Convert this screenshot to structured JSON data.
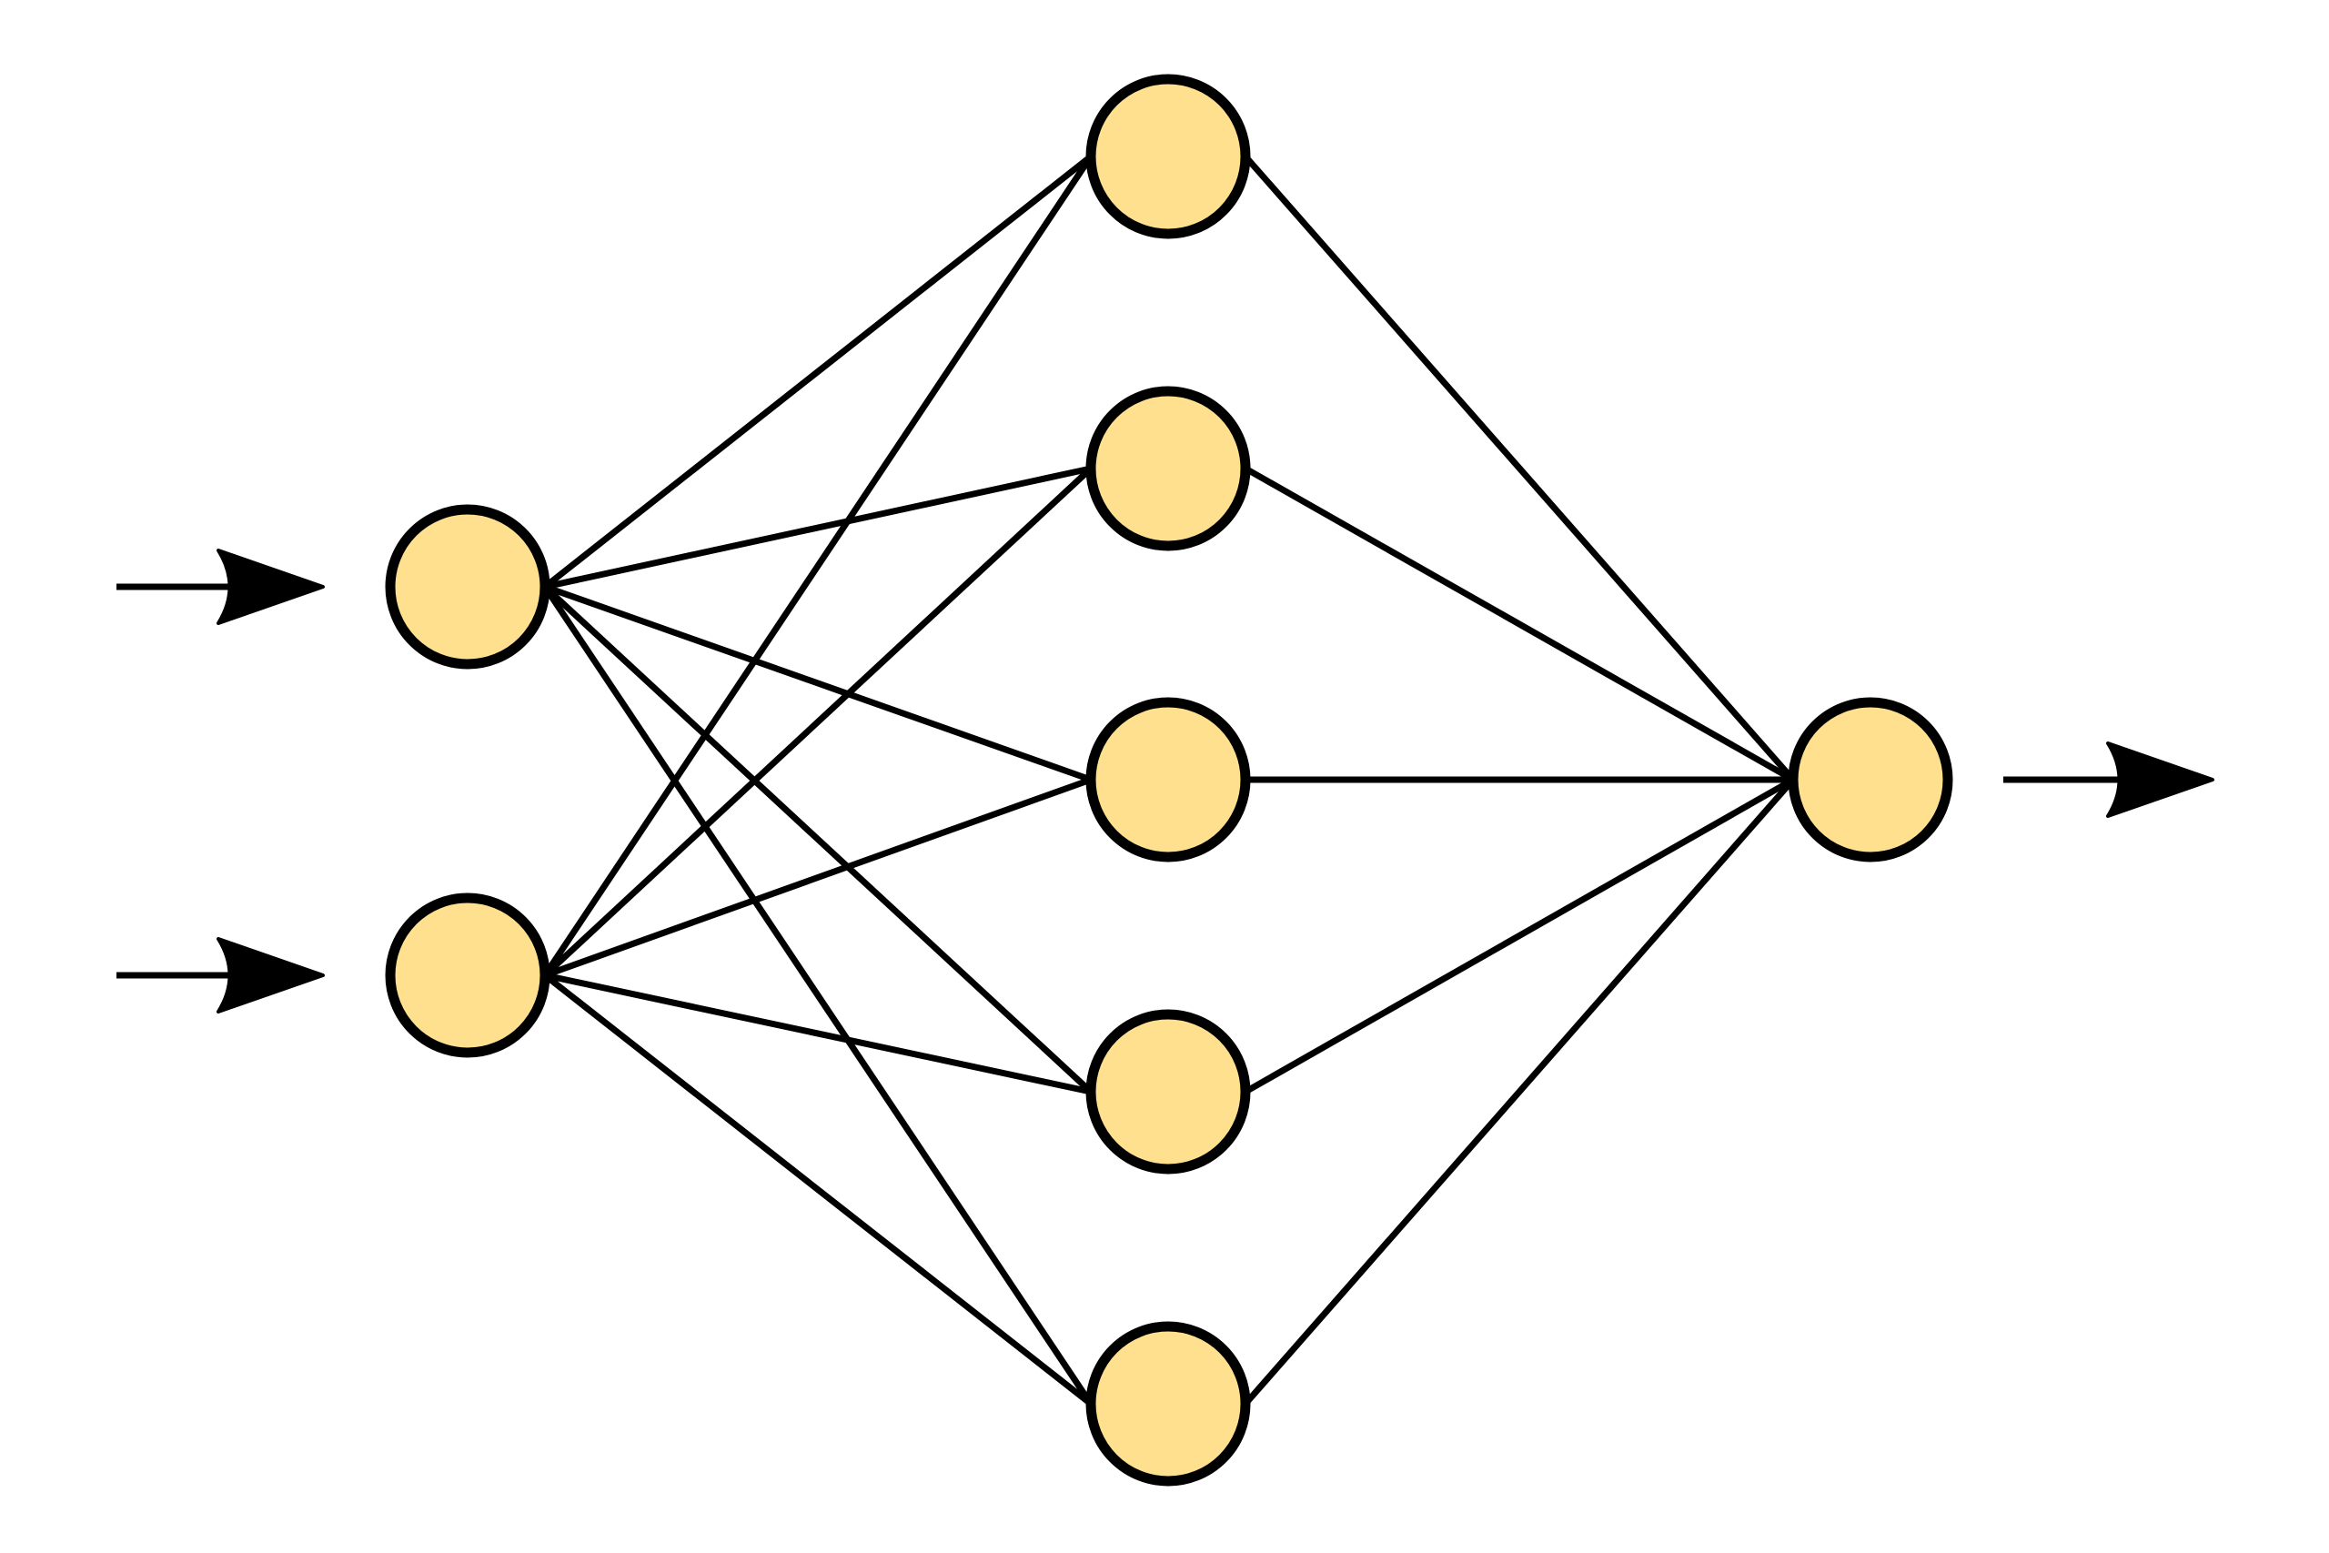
{
  "network": {
    "layers": [
      {
        "name": "input",
        "nodes": 2
      },
      {
        "name": "hidden",
        "nodes": 5
      },
      {
        "name": "output",
        "nodes": 1
      }
    ],
    "connectivity": "fully-connected",
    "input_arrows": 2,
    "output_arrows": 1
  },
  "colors": {
    "node_fill": "#FEE08F",
    "node_stroke": "#000000",
    "edge": "#000000",
    "background": "#FFFFFF"
  }
}
